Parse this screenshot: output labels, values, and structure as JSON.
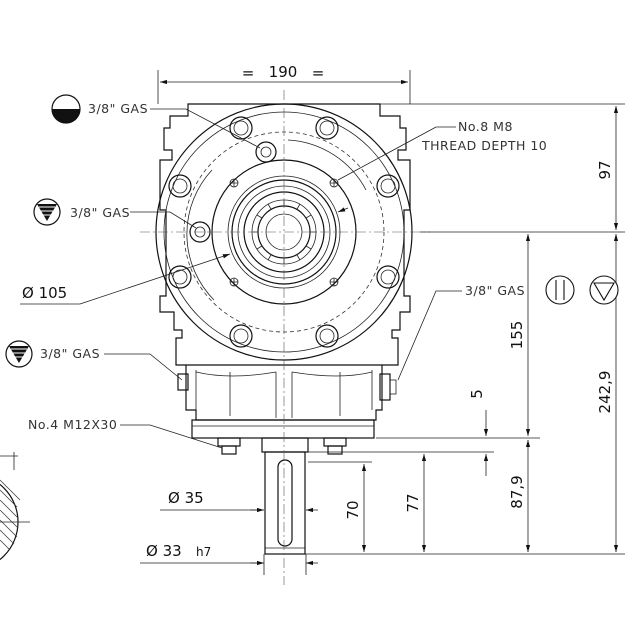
{
  "dimensions": {
    "width_total": "190",
    "width_equal_left": "=",
    "width_equal_right": "=",
    "height_top": "97",
    "height_center_to_base": "155",
    "height_total": "242,9",
    "flange_gap": "5",
    "shaft_length_70": "70",
    "shaft_length_77": "77",
    "shaft_height_87_9": "87,9",
    "bolt_circle": "Ø 105",
    "shaft_diameter_35": "Ø 35",
    "shaft_diameter_33": "Ø 33",
    "shaft_tolerance": "h7"
  },
  "notes": {
    "oil_level_plug": "3/8\" GAS",
    "oil_fill_plug": "3/8\" GAS",
    "oil_drain_plug_left": "3/8\" GAS",
    "oil_plug_right": "3/8\" GAS",
    "thread_holes_line1": "No.8 M8",
    "thread_holes_line2": "THREAD DEPTH 10",
    "base_bolts": "No.4 M12X30"
  },
  "symbols": {
    "level_symbol": "oil-level-symbol",
    "fill_symbol": "oil-fill-symbol",
    "drain_symbol": "oil-drain-symbol",
    "breather_symbol": "breather-symbol"
  },
  "colors": {
    "line": "#111111",
    "background": "#ffffff"
  }
}
